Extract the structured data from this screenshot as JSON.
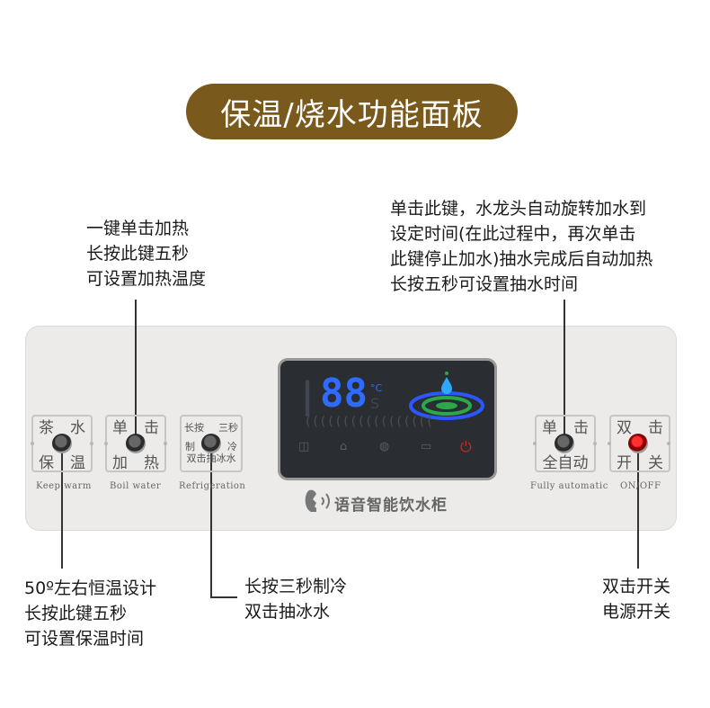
{
  "title": "保温/烧水功能面板",
  "notes": {
    "heat": [
      "一键单击加热",
      "长按此键五秒",
      "可设置加热温度"
    ],
    "auto": [
      "单击此键，水龙头自动旋转加水到",
      "设定时间(在此过程中，再次单击",
      "此键停止加水)抽水完成后自动加热",
      "长按五秒可设置抽水时间"
    ],
    "keepwarm": [
      "50º左右恒温设计",
      "长按此键五秒",
      "可设置保温时间"
    ],
    "cold": [
      "长按三秒制冷",
      "双击抽冰水"
    ],
    "power": [
      "双击开关",
      "电源开关"
    ]
  },
  "buttons": {
    "keepwarm": {
      "top": [
        "茶",
        "水"
      ],
      "bottom": [
        "保",
        "温"
      ],
      "sub": "Keep warm"
    },
    "boil": {
      "top": [
        "单",
        "击"
      ],
      "bottom": [
        "加",
        "热"
      ],
      "sub": "Boil water"
    },
    "cold": {
      "top": [
        "长按",
        "三秒"
      ],
      "mid": [
        "制",
        "冷"
      ],
      "bottom": "双击抽冰水",
      "sub": "Refrigeration"
    },
    "auto": {
      "top": [
        "单",
        "击"
      ],
      "bottom": "全自动",
      "sub": "Fully automatic"
    },
    "power": {
      "top": [
        "双",
        "击"
      ],
      "bottom": [
        "开",
        "关"
      ],
      "sub": "ON/OFF"
    }
  },
  "display": {
    "digits": "88",
    "unit": "°C"
  },
  "brand": "语音智能饮水柜",
  "colors": {
    "title_bg": "#7a5a1c",
    "segment_blue": "#2f6bff",
    "power_red": "#e02020"
  }
}
